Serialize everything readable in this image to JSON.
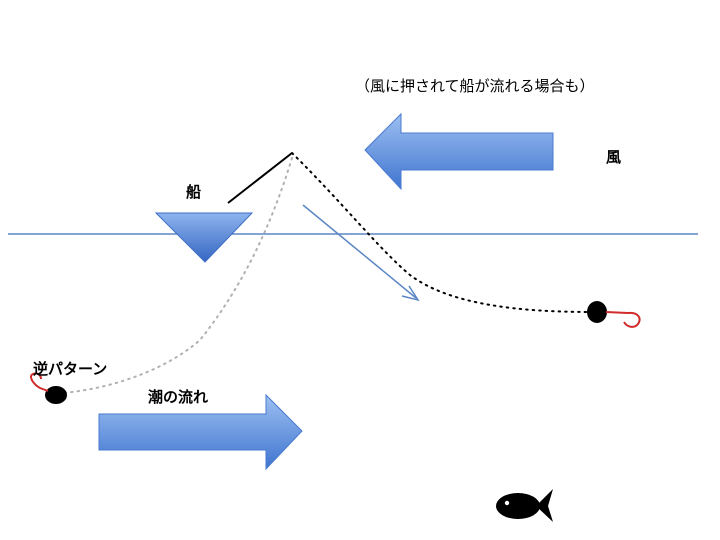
{
  "labels": {
    "note": "（風に押されて船が流れる場合も）",
    "wind": "風",
    "boat": "船",
    "reverse_pattern": "逆パターン",
    "current": "潮の流れ"
  },
  "colors": {
    "arrow_light": "#8fb6ee",
    "arrow_dark": "#3a6fc9",
    "water_line": "#5b86c4",
    "hook": "#d12b2b",
    "sinker": "#000000",
    "fish": "#000000"
  }
}
